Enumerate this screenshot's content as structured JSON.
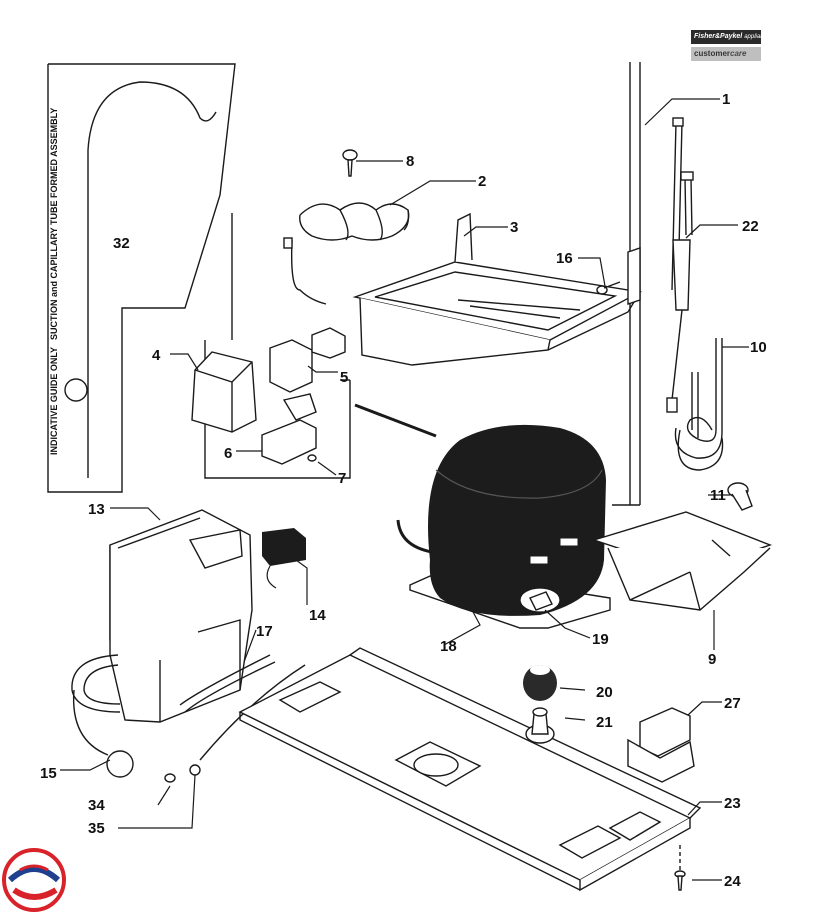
{
  "brand": {
    "name": "Fisher&Paykel",
    "tagline": "appliances",
    "service": "customer",
    "service_accent": "care"
  },
  "guide_box": {
    "part_number": "32",
    "note_left": "INDICATIVE GUIDE ONLY",
    "note_right": "SUCTION and CAPILLARY TUBE FORMED ASSEMBLY"
  },
  "part_numbers": [
    "1",
    "2",
    "3",
    "4",
    "5",
    "6",
    "7",
    "8",
    "9",
    "10",
    "11",
    "13",
    "14",
    "15",
    "16",
    "17",
    "18",
    "19",
    "20",
    "21",
    "22",
    "23",
    "24",
    "27",
    "34",
    "35"
  ],
  "colors": {
    "ink": "#1a1a1a",
    "compressor": "#1c1c1c",
    "logo_red": "#d8232a",
    "logo_blue": "#1f3f8f"
  }
}
